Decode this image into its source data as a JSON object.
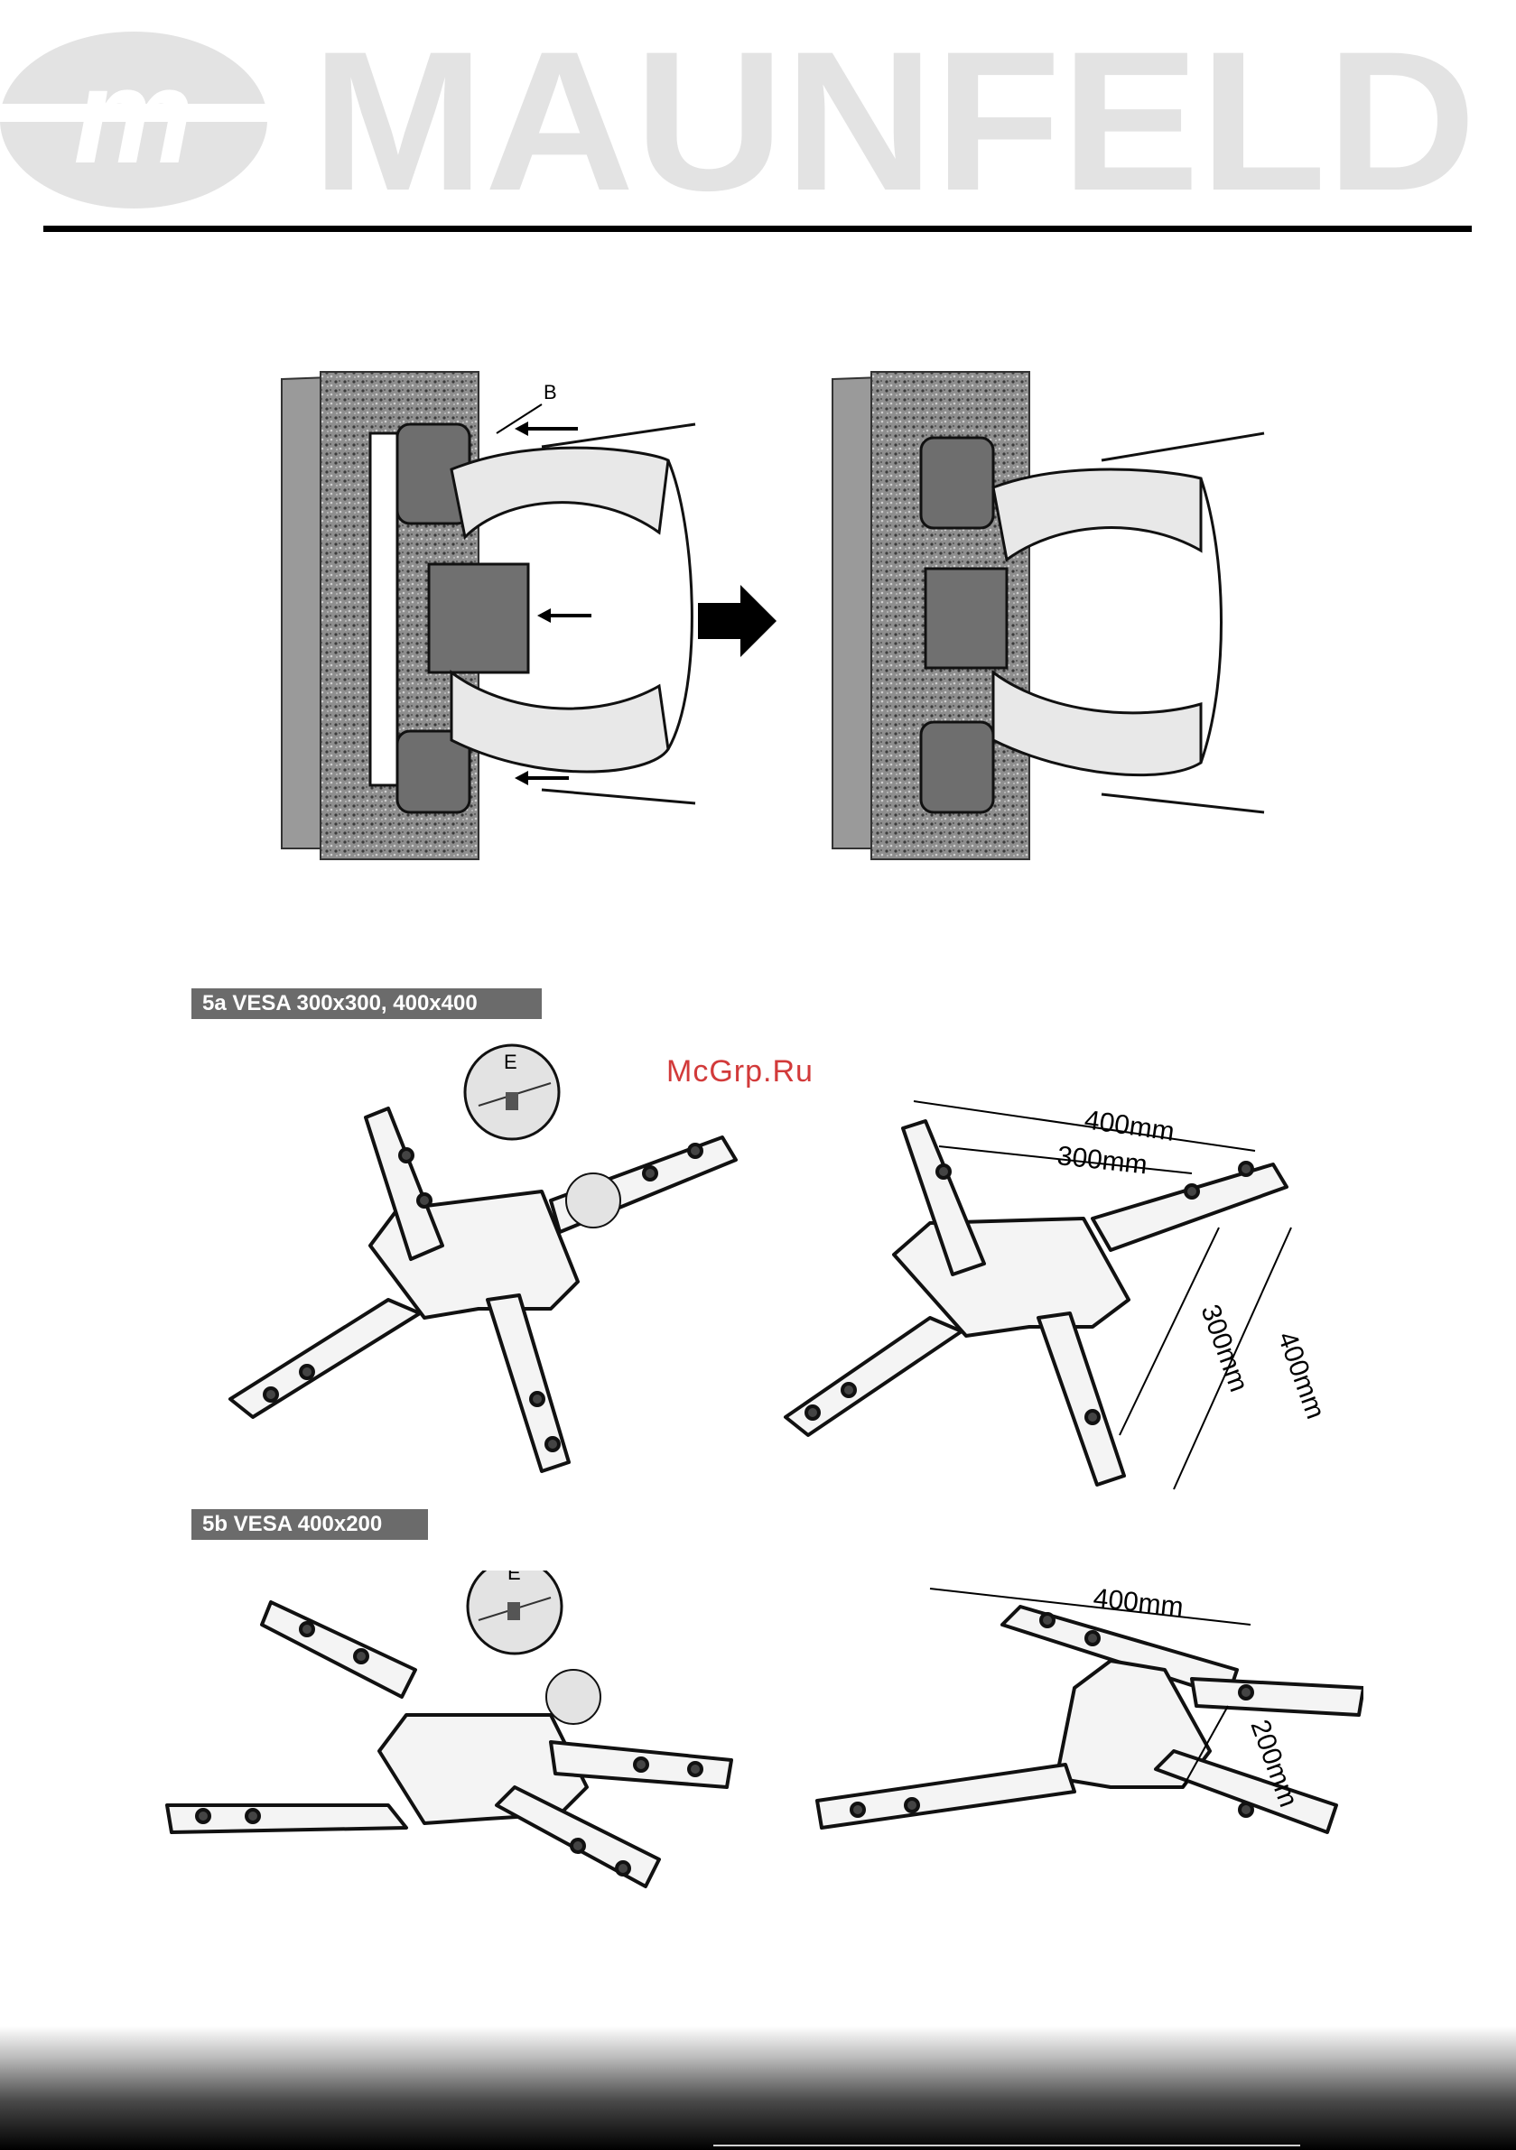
{
  "header": {
    "brand": "MAUNFELD",
    "logo_monogram": "m",
    "icon": "maunfeld-logo-icon"
  },
  "wall_figure": {
    "callout_b": "B",
    "direction_icon": "right-arrow-icon"
  },
  "section_5a": {
    "title": "5a VESA 300x300, 400x400",
    "detail_label": "E",
    "dim_top_outer": "400mm",
    "dim_top_inner": "300mm",
    "dim_side_inner": "300mm",
    "dim_side_outer": "400mm"
  },
  "section_5b": {
    "title": "5b VESA 400x200",
    "detail_label": "E",
    "dim_top": "400mm",
    "dim_side": "200mm"
  },
  "watermark": "McGrp.Ru",
  "colors": {
    "logo_gray": "#e3e3e3",
    "badge_gray": "#6b6b6b",
    "wall_gray": "#9a9a9a",
    "watermark_red": "#d23a3a"
  }
}
